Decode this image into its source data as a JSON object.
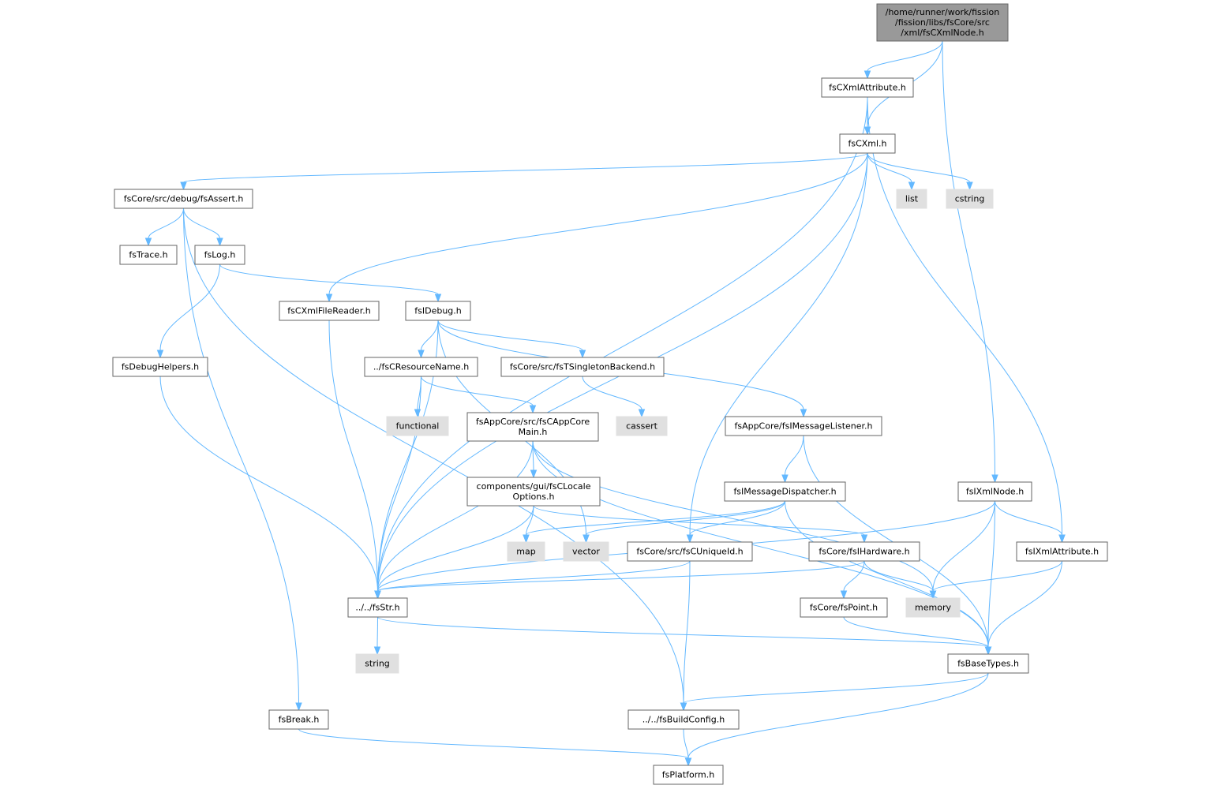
{
  "colors": {
    "edge": "#63b8ff",
    "root_fill": "#999999",
    "node_border": "#666666",
    "external_fill": "#e0e0e0"
  },
  "nodes": [
    {
      "id": "root",
      "lines": [
        "/home/runner/work/fission",
        "/fission/libs/fsCore/src",
        "/xml/fsCXmlNode.h"
      ],
      "kind": "root"
    },
    {
      "id": "fsCXmlAttribute",
      "lines": [
        "fsCXmlAttribute.h"
      ],
      "kind": "file"
    },
    {
      "id": "fsCXml",
      "lines": [
        "fsCXml.h"
      ],
      "kind": "file"
    },
    {
      "id": "fsAssert",
      "lines": [
        "fsCore/src/debug/fsAssert.h"
      ],
      "kind": "file"
    },
    {
      "id": "list",
      "lines": [
        "list"
      ],
      "kind": "external"
    },
    {
      "id": "cstring",
      "lines": [
        "cstring"
      ],
      "kind": "external"
    },
    {
      "id": "fsTrace",
      "lines": [
        "fsTrace.h"
      ],
      "kind": "file"
    },
    {
      "id": "fsLog",
      "lines": [
        "fsLog.h"
      ],
      "kind": "file"
    },
    {
      "id": "fsCXmlFileReader",
      "lines": [
        "fsCXmlFileReader.h"
      ],
      "kind": "file"
    },
    {
      "id": "fsIDebug",
      "lines": [
        "fsIDebug.h"
      ],
      "kind": "file"
    },
    {
      "id": "fsDebugHelpers",
      "lines": [
        "fsDebugHelpers.h"
      ],
      "kind": "file"
    },
    {
      "id": "fsCResourceName",
      "lines": [
        "../fsCResourceName.h"
      ],
      "kind": "file"
    },
    {
      "id": "fsTSingletonBackend",
      "lines": [
        "fsCore/src/fsTSingletonBackend.h"
      ],
      "kind": "file"
    },
    {
      "id": "functional",
      "lines": [
        "functional"
      ],
      "kind": "external"
    },
    {
      "id": "cassert",
      "lines": [
        "cassert"
      ],
      "kind": "external"
    },
    {
      "id": "fsCAppCoreMain",
      "lines": [
        "fsAppCore/src/fsCAppCore",
        "Main.h"
      ],
      "kind": "file"
    },
    {
      "id": "fsIMessageListener",
      "lines": [
        "fsAppCore/fsIMessageListener.h"
      ],
      "kind": "file"
    },
    {
      "id": "fsCLocaleOptions",
      "lines": [
        "components/gui/fsCLocale",
        "Options.h"
      ],
      "kind": "file"
    },
    {
      "id": "fsIMessageDispatcher",
      "lines": [
        "fsIMessageDispatcher.h"
      ],
      "kind": "file"
    },
    {
      "id": "fsIXmlNode",
      "lines": [
        "fsIXmlNode.h"
      ],
      "kind": "file"
    },
    {
      "id": "map",
      "lines": [
        "map"
      ],
      "kind": "external"
    },
    {
      "id": "vector",
      "lines": [
        "vector"
      ],
      "kind": "external"
    },
    {
      "id": "fsCUniqueId",
      "lines": [
        "fsCore/src/fsCUniqueId.h"
      ],
      "kind": "file"
    },
    {
      "id": "fsIHardware",
      "lines": [
        "fsCore/fsIHardware.h"
      ],
      "kind": "file"
    },
    {
      "id": "fsIXmlAttribute",
      "lines": [
        "fsIXmlAttribute.h"
      ],
      "kind": "file"
    },
    {
      "id": "fsStr",
      "lines": [
        "../../fsStr.h"
      ],
      "kind": "file"
    },
    {
      "id": "fsPoint",
      "lines": [
        "fsCore/fsPoint.h"
      ],
      "kind": "file"
    },
    {
      "id": "memory",
      "lines": [
        "memory"
      ],
      "kind": "external"
    },
    {
      "id": "string",
      "lines": [
        "string"
      ],
      "kind": "external"
    },
    {
      "id": "fsBaseTypes",
      "lines": [
        "fsBaseTypes.h"
      ],
      "kind": "file"
    },
    {
      "id": "fsBreak",
      "lines": [
        "fsBreak.h"
      ],
      "kind": "file"
    },
    {
      "id": "fsBuildConfig",
      "lines": [
        "../../fsBuildConfig.h"
      ],
      "kind": "file"
    },
    {
      "id": "fsPlatform",
      "lines": [
        "fsPlatform.h"
      ],
      "kind": "file"
    }
  ],
  "edges": [
    [
      "root",
      "fsCXmlAttribute"
    ],
    [
      "root",
      "fsCXml"
    ],
    [
      "root",
      "fsIXmlNode"
    ],
    [
      "fsCXmlAttribute",
      "fsCXml"
    ],
    [
      "fsCXmlAttribute",
      "fsStr"
    ],
    [
      "fsCXmlAttribute",
      "fsIXmlAttribute"
    ],
    [
      "fsCXml",
      "fsAssert"
    ],
    [
      "fsCXml",
      "list"
    ],
    [
      "fsCXml",
      "cstring"
    ],
    [
      "fsCXml",
      "fsCXmlFileReader"
    ],
    [
      "fsCXml",
      "fsStr"
    ],
    [
      "fsCXml",
      "fsCUniqueId"
    ],
    [
      "fsAssert",
      "fsTrace"
    ],
    [
      "fsAssert",
      "fsLog"
    ],
    [
      "fsAssert",
      "fsBreak"
    ],
    [
      "fsAssert",
      "fsBuildConfig"
    ],
    [
      "fsLog",
      "fsIDebug"
    ],
    [
      "fsLog",
      "fsDebugHelpers"
    ],
    [
      "fsCXmlFileReader",
      "fsStr"
    ],
    [
      "fsIDebug",
      "fsCResourceName"
    ],
    [
      "fsIDebug",
      "fsTSingletonBackend"
    ],
    [
      "fsIDebug",
      "fsIMessageListener"
    ],
    [
      "fsIDebug",
      "fsStr"
    ],
    [
      "fsIDebug",
      "vector"
    ],
    [
      "fsDebugHelpers",
      "fsStr"
    ],
    [
      "fsCResourceName",
      "functional"
    ],
    [
      "fsCResourceName",
      "fsCAppCoreMain"
    ],
    [
      "fsCResourceName",
      "fsStr"
    ],
    [
      "fsTSingletonBackend",
      "cassert"
    ],
    [
      "fsCAppCoreMain",
      "fsCLocaleOptions"
    ],
    [
      "fsCAppCoreMain",
      "fsStr"
    ],
    [
      "fsCAppCoreMain",
      "memory"
    ],
    [
      "fsCAppCoreMain",
      "fsBaseTypes"
    ],
    [
      "fsIMessageListener",
      "fsIMessageDispatcher"
    ],
    [
      "fsIMessageListener",
      "fsBaseTypes"
    ],
    [
      "fsCLocaleOptions",
      "map"
    ],
    [
      "fsCLocaleOptions",
      "fsIHardware"
    ],
    [
      "fsCLocaleOptions",
      "fsStr"
    ],
    [
      "fsIMessageDispatcher",
      "map"
    ],
    [
      "fsIMessageDispatcher",
      "vector"
    ],
    [
      "fsIMessageDispatcher",
      "fsCUniqueId"
    ],
    [
      "fsIMessageDispatcher",
      "fsBaseTypes"
    ],
    [
      "fsIXmlNode",
      "fsIXmlAttribute"
    ],
    [
      "fsIXmlNode",
      "memory"
    ],
    [
      "fsIXmlNode",
      "fsStr"
    ],
    [
      "fsIXmlNode",
      "fsBaseTypes"
    ],
    [
      "fsCUniqueId",
      "fsStr"
    ],
    [
      "fsCUniqueId",
      "fsBuildConfig"
    ],
    [
      "fsIHardware",
      "fsPoint"
    ],
    [
      "fsIHardware",
      "memory"
    ],
    [
      "fsIHardware",
      "fsStr"
    ],
    [
      "fsIXmlAttribute",
      "memory"
    ],
    [
      "fsIXmlAttribute",
      "fsBaseTypes"
    ],
    [
      "fsStr",
      "string"
    ],
    [
      "fsStr",
      "fsBaseTypes"
    ],
    [
      "fsPoint",
      "fsBaseTypes"
    ],
    [
      "fsBaseTypes",
      "fsBuildConfig"
    ],
    [
      "fsBaseTypes",
      "fsPlatform"
    ],
    [
      "fsBreak",
      "fsPlatform"
    ],
    [
      "fsBuildConfig",
      "fsPlatform"
    ]
  ]
}
